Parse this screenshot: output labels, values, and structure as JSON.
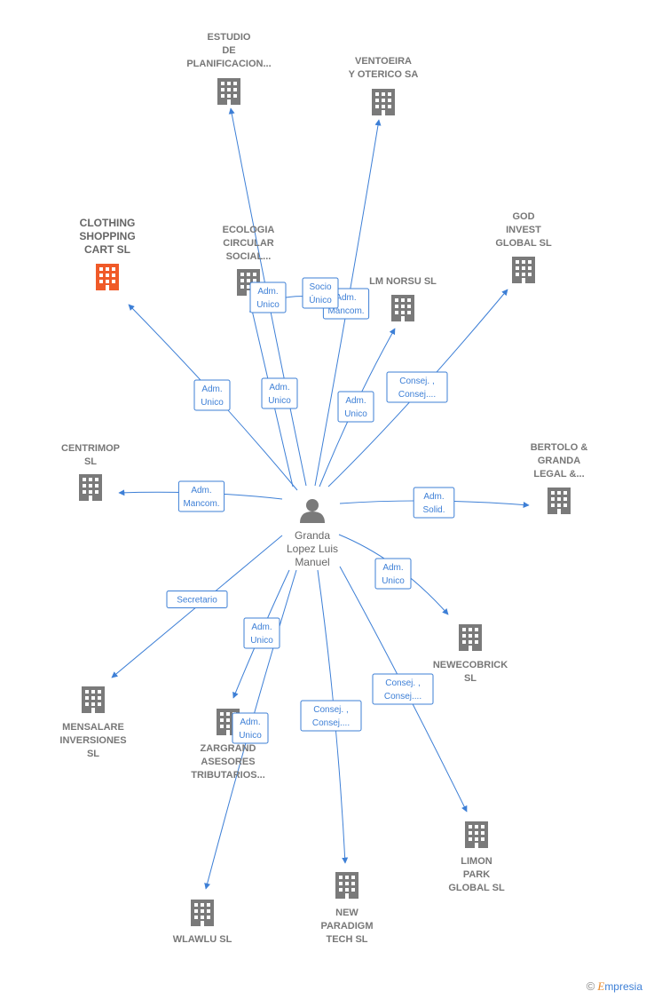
{
  "center": {
    "label": [
      "Granda",
      "Lopez Luis",
      "Manuel"
    ],
    "icon": "person-icon"
  },
  "colors": {
    "accent": "#3d7fd6",
    "building": "#7a7a7a",
    "highlight": "#f05a28",
    "text": "#777777"
  },
  "nodes": [
    {
      "id": "estudio",
      "label": [
        "ESTUDIO",
        "DE",
        "PLANIFICACION..."
      ],
      "icon": "building-icon",
      "highlight": false
    },
    {
      "id": "ventoeira",
      "label": [
        "VENTOEIRA",
        "Y OTERICO SA"
      ],
      "icon": "building-icon",
      "highlight": false
    },
    {
      "id": "clothing",
      "label": [
        "CLOTHING",
        "SHOPPING",
        "CART  SL"
      ],
      "icon": "building-icon",
      "highlight": true
    },
    {
      "id": "ecologia",
      "label": [
        "ECOLOGIA",
        "CIRCULAR",
        "SOCIAL..."
      ],
      "icon": "building-icon",
      "highlight": false
    },
    {
      "id": "lmnorsu",
      "label": [
        "LM NORSU  SL"
      ],
      "icon": "building-icon",
      "highlight": false
    },
    {
      "id": "god",
      "label": [
        "GOD",
        "INVEST",
        "GLOBAL  SL"
      ],
      "icon": "building-icon",
      "highlight": false
    },
    {
      "id": "centrimop",
      "label": [
        "CENTRIMOP",
        "SL"
      ],
      "icon": "building-icon",
      "highlight": false
    },
    {
      "id": "bertolo",
      "label": [
        "BERTOLO &",
        "GRANDA",
        "LEGAL &..."
      ],
      "icon": "building-icon",
      "highlight": false
    },
    {
      "id": "newecobrick",
      "label": [
        "NEWECOBRICK",
        "SL"
      ],
      "icon": "building-icon",
      "highlight": false
    },
    {
      "id": "mensalare",
      "label": [
        "MENSALARE",
        "INVERSIONES",
        "SL"
      ],
      "icon": "building-icon",
      "highlight": false
    },
    {
      "id": "zargrand",
      "label": [
        "ZARGRAND",
        "ASESORES",
        "TRIBUTARIOS..."
      ],
      "icon": "building-icon",
      "highlight": false
    },
    {
      "id": "limon",
      "label": [
        "LIMON",
        "PARK",
        "GLOBAL  SL"
      ],
      "icon": "building-icon",
      "highlight": false
    },
    {
      "id": "newparadigm",
      "label": [
        "NEW",
        "PARADIGM",
        "TECH  SL"
      ],
      "icon": "building-icon",
      "highlight": false
    },
    {
      "id": "wlawlu",
      "label": [
        "WLAWLU  SL"
      ],
      "icon": "building-icon",
      "highlight": false
    }
  ],
  "edges": [
    {
      "to": "estudio",
      "label": [
        "Adm.",
        "Unico"
      ]
    },
    {
      "to": "ventoeira",
      "label": [
        "Adm.",
        "Mancom."
      ]
    },
    {
      "to": "clothing",
      "label": [
        "Adm.",
        "Unico"
      ]
    },
    {
      "to": "ecologia",
      "label": [
        "Adm.",
        "Unico"
      ]
    },
    {
      "to": "ecologia",
      "label": [
        "Socio",
        "Único"
      ]
    },
    {
      "to": "lmnorsu",
      "label": [
        "Adm.",
        "Unico"
      ]
    },
    {
      "to": "god",
      "label": [
        "Consej. ,",
        "Consej...."
      ]
    },
    {
      "to": "centrimop",
      "label": [
        "Adm.",
        "Mancom."
      ]
    },
    {
      "to": "bertolo",
      "label": [
        "Adm.",
        "Solid."
      ]
    },
    {
      "to": "newecobrick",
      "label": [
        "Adm.",
        "Unico"
      ]
    },
    {
      "to": "mensalare",
      "label": [
        "Secretario"
      ]
    },
    {
      "to": "zargrand",
      "label": [
        "Adm.",
        "Unico"
      ]
    },
    {
      "to": "limon",
      "label": [
        "Consej. ,",
        "Consej...."
      ]
    },
    {
      "to": "newparadigm",
      "label": [
        "Consej. ,",
        "Consej...."
      ]
    },
    {
      "to": "wlawlu",
      "label": [
        "Adm.",
        "Unico"
      ]
    }
  ],
  "footer": {
    "copyright": "©",
    "brand_initial": "E",
    "brand_rest": "mpresia"
  }
}
